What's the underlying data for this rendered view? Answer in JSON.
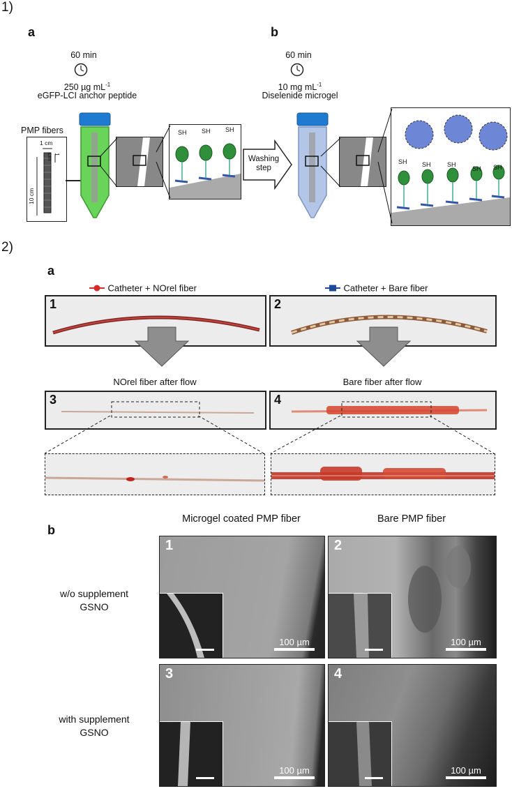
{
  "part1": {
    "label": "1)",
    "panel_a": {
      "letter": "a",
      "time": "60 min",
      "conc": "250 µg mL",
      "conc_exp": "-1",
      "reagent": "eGFP-LCI anchor peptide",
      "fibers_label": "PMP fibers",
      "dim_width": "1 cm",
      "dim_height": "1 cm",
      "dim_length": "10 cm",
      "sh": "SH"
    },
    "wash": "Washing step",
    "panel_b": {
      "letter": "b",
      "time": "60 min",
      "conc": "10 mg mL",
      "conc_exp": "-1",
      "reagent": "Diselenide microgel",
      "sh": "SH"
    }
  },
  "part2": {
    "label": "2)",
    "panel_a": {
      "letter": "a",
      "legend_norel": "Catheter + NOrel fiber",
      "legend_bare": "Catheter + Bare fiber",
      "legend_norel_color": "#d62b26",
      "legend_bare_color": "#1d4b9a",
      "n1": "1",
      "n2": "2",
      "n3": "3",
      "n4": "4",
      "cap_norel_after": "NOrel fiber after flow",
      "cap_bare_after": "Bare fiber after flow"
    },
    "panel_b": {
      "letter": "b",
      "col1": "Microgel coated PMP fiber",
      "col2": "Bare PMP fiber",
      "row1": "w/o supplement",
      "row1b": "GSNO",
      "row2": "with supplement",
      "row2b": "GSNO",
      "scale": "100 µm",
      "n1": "1",
      "n2": "2",
      "n3": "3",
      "n4": "4"
    }
  }
}
